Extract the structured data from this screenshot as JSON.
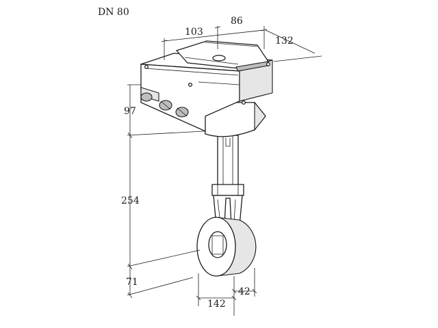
{
  "title": "DN 80",
  "dimensions": {
    "width_top_left": "103",
    "width_top_right": "86",
    "depth": "132",
    "head_height": "97",
    "neck_length": "254",
    "lower_height": "71",
    "ring_diameter": "142",
    "ring_thickness": "42"
  }
}
